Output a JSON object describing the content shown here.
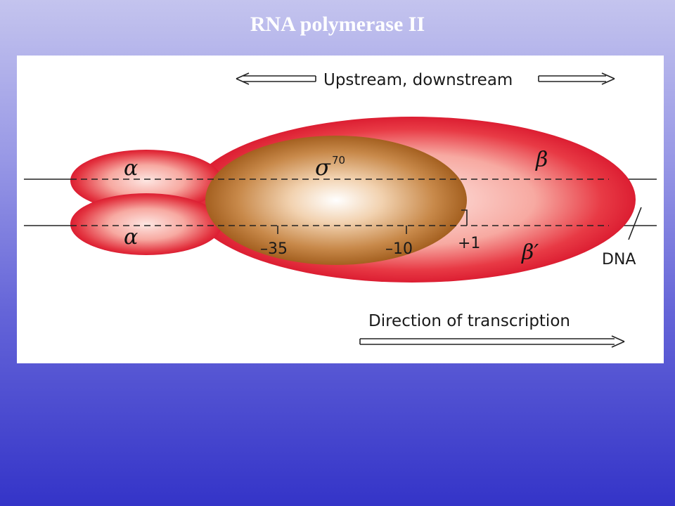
{
  "title": "RNA polymerase  II",
  "diagram": {
    "upstream_downstream": "Upstream, downstream",
    "subunits": {
      "alpha_top": "α",
      "alpha_bottom": "α",
      "sigma": "σ",
      "sigma_superscript": "70",
      "beta": "β",
      "beta_prime": "β′"
    },
    "positions": {
      "minus35": "–35",
      "minus10": "–10",
      "plus1": "+1"
    },
    "dna": "DNA",
    "direction": "Direction of transcription",
    "colors": {
      "polymerase_red": "#e02438",
      "polymerase_core": "#fde6e2",
      "sigma_brown": "#a46020",
      "sigma_core": "#ffffff"
    }
  }
}
